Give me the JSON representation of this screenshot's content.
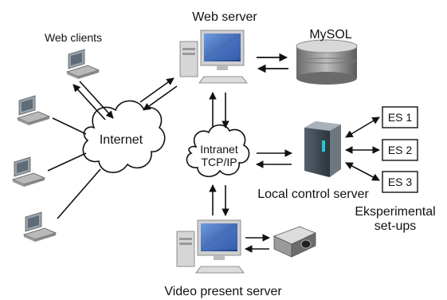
{
  "labels": {
    "web_server": "Web server",
    "mysql": "MySOL",
    "web_clients": "Web clients",
    "internet": "Internet",
    "intranet_line1": "Intranet",
    "intranet_line2": "TCP/IP",
    "local_control_server": "Local control server",
    "experimental_line1": "Eksperimental",
    "experimental_line2": "set-ups",
    "video_server": "Video present server"
  },
  "es_boxes": [
    "ES 1",
    "ES 2",
    "ES 3"
  ],
  "colors": {
    "screen_blue": "#2f5fb8",
    "hardware_grey": "#c8c8c8",
    "db_grey": "#8c8c8c",
    "tower_dark": "#3a4550",
    "line": "#111111"
  }
}
